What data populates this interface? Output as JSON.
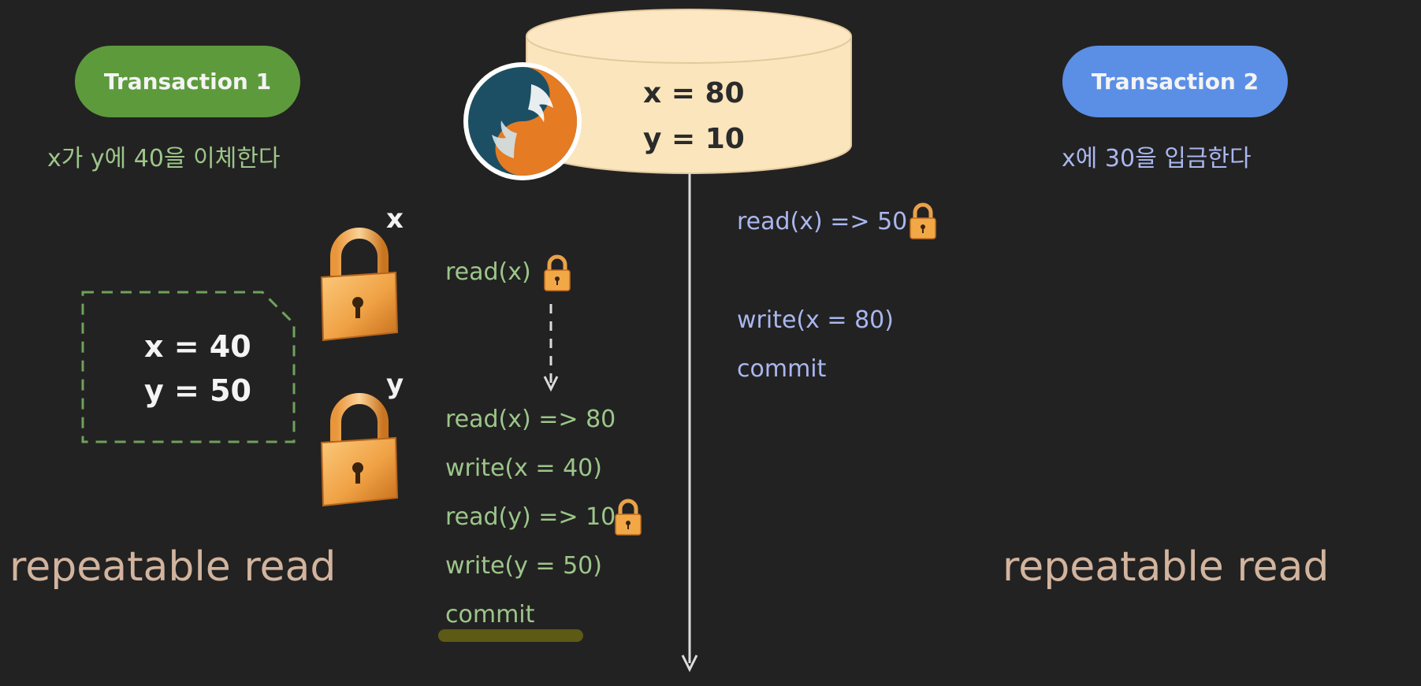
{
  "transaction1": {
    "label": "Transaction 1",
    "color": "#5d9a3c",
    "description": "x가 y에 40을 이체한다",
    "local_values": [
      "x = 40",
      "y = 50"
    ],
    "lock_labels": [
      "x",
      "y"
    ],
    "operations": [
      "read(x)",
      "read(x) => 80",
      "write(x = 40)",
      "read(y) => 10",
      "write(y = 50)",
      "commit"
    ],
    "isolation_level": "repeatable read"
  },
  "transaction2": {
    "label": "Transaction 2",
    "color": "#5b8fe6",
    "description": "x에 30을 입금한다",
    "operations": [
      "read(x) => 50",
      "write(x = 80)",
      "commit"
    ],
    "isolation_level": "repeatable read"
  },
  "database": {
    "values": [
      "x = 80",
      "y = 10"
    ],
    "logo": "mysql-dolphin-logo",
    "fill_color": "#fbe5bd"
  },
  "icons": {
    "lock": "padlock-icon"
  }
}
